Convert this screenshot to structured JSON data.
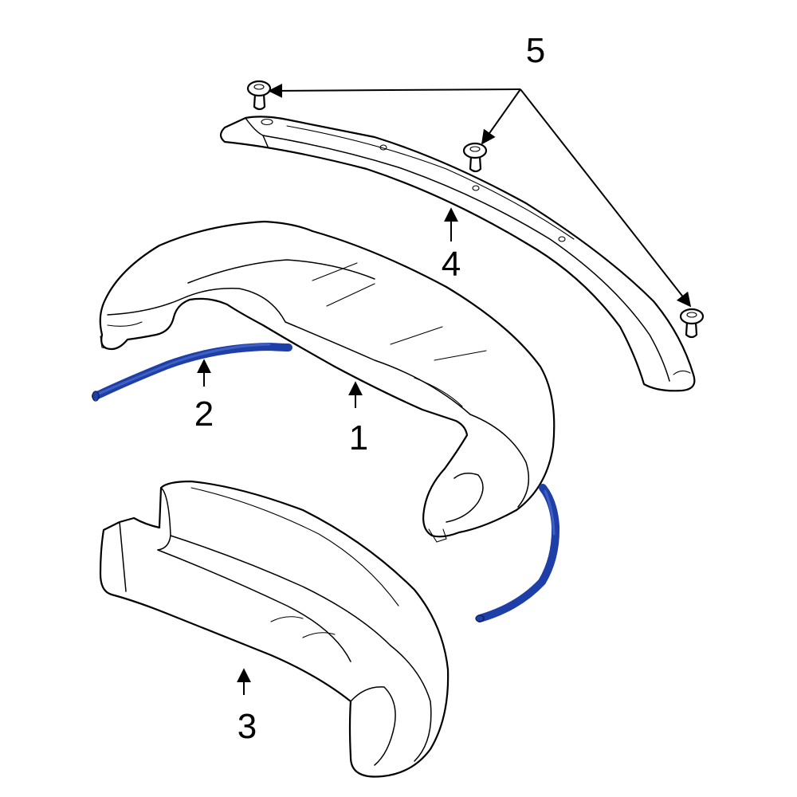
{
  "callouts": [
    {
      "id": "1",
      "label": "1"
    },
    {
      "id": "2",
      "label": "2"
    },
    {
      "id": "3",
      "label": "3"
    },
    {
      "id": "4",
      "label": "4"
    },
    {
      "id": "5",
      "label": "5"
    }
  ],
  "colors": {
    "highlight_part": "#1f3fa8",
    "line_art": "#000000",
    "background": "#ffffff"
  }
}
